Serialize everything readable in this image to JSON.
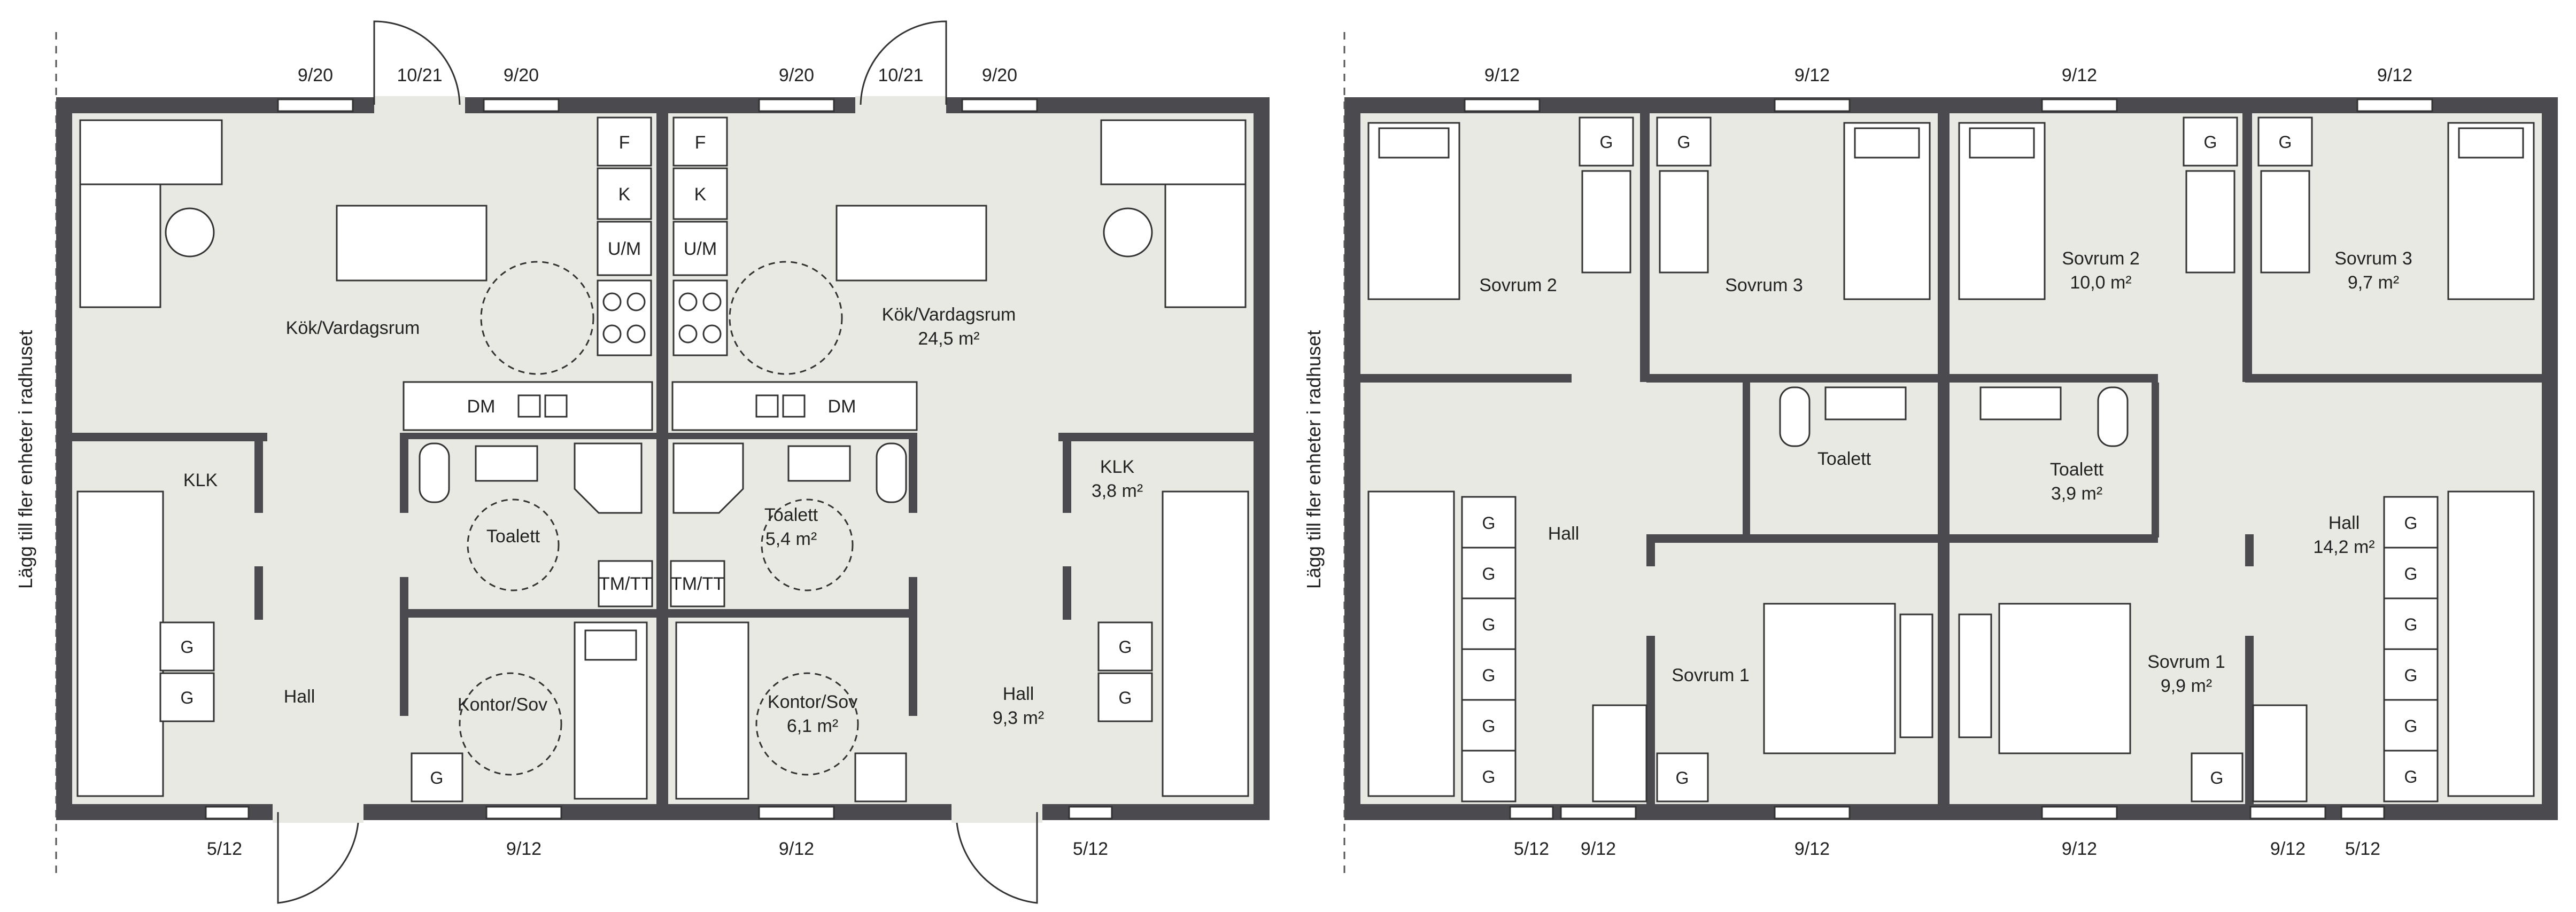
{
  "side_note": "Lägg till fler enheter i radhuset",
  "ground_floor": {
    "window_labels": {
      "w1": "9/20",
      "w2": "9/20",
      "w3": "9/20",
      "w4": "9/20",
      "d1": "10/21",
      "d2": "10/21",
      "b1": "5/12",
      "b2": "9/12",
      "b3": "9/12",
      "b4": "5/12"
    },
    "rooms": {
      "kitchen_left": "Kök/Vardagsrum",
      "kitchen_right": "Kök/Vardagsrum",
      "kitchen_right_area": "24,5 m²",
      "klk_left": "KLK",
      "klk_right": "KLK",
      "klk_right_area": "3,8 m²",
      "hall_left": "Hall",
      "hall_right": "Hall",
      "hall_right_area": "9,3 m²",
      "wc_left": "Toalett",
      "wc_right": "Toalett",
      "wc_right_area": "5,4 m²",
      "office_left": "Kontor/Sov",
      "office_right": "Kontor/Sov",
      "office_right_area": "6,1 m²"
    },
    "fixtures": {
      "fridge": "F",
      "freezer": "K",
      "micro": "U/M",
      "dishwasher": "DM",
      "washer": "TM/TT",
      "wardrobe": "G"
    }
  },
  "upper_floor": {
    "window_labels": {
      "t1": "9/12",
      "t2": "9/12",
      "t3": "9/12",
      "t4": "9/12",
      "b1": "5/12",
      "b2": "9/12",
      "b3": "9/12",
      "b4": "9/12",
      "b5": "9/12",
      "b6": "5/12"
    },
    "rooms": {
      "bed2_left": "Sovrum 2",
      "bed3_left": "Sovrum 3",
      "bed2_right": "Sovrum 2",
      "bed2_right_area": "10,0 m²",
      "bed3_right": "Sovrum 3",
      "bed3_right_area": "9,7 m²",
      "hall_left": "Hall",
      "hall_right": "Hall",
      "hall_right_area": "14,2 m²",
      "wc_left": "Toalett",
      "wc_right": "Toalett",
      "wc_right_area": "3,9 m²",
      "bed1_left": "Sovrum 1",
      "bed1_right": "Sovrum 1",
      "bed1_right_area": "9,9 m²"
    },
    "fixtures": {
      "wardrobe": "G"
    }
  },
  "colors": {
    "wall": "#4a4a4f",
    "floor": "#e9e9e4"
  }
}
